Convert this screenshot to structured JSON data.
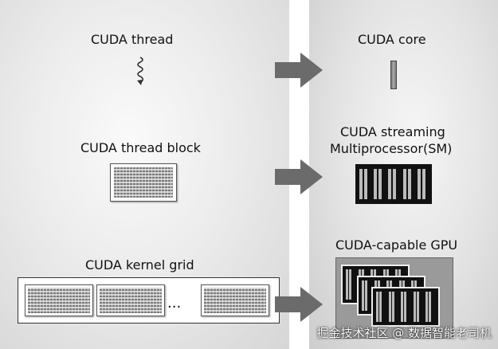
{
  "left_labels": {
    "thread": "CUDA thread",
    "thread_block": "CUDA thread block",
    "kernel_grid": "CUDA kernel grid",
    "ellipsis": "..."
  },
  "right_labels": {
    "core": "CUDA core",
    "sm_line1": "CUDA streaming",
    "sm_line2": "Multiprocessor(SM)",
    "gpu": "CUDA-capable GPU"
  },
  "watermark": "掘金技术社区 @ 数据智能老司机",
  "colors": {
    "arrow": "#6b6b6b",
    "sm_fill": "#111111",
    "gpu_board": "#9a9a9a"
  },
  "icons": [
    "wavy-thread-icon",
    "thread-block-weave",
    "core-bar",
    "sm-chip",
    "gpu-board"
  ]
}
